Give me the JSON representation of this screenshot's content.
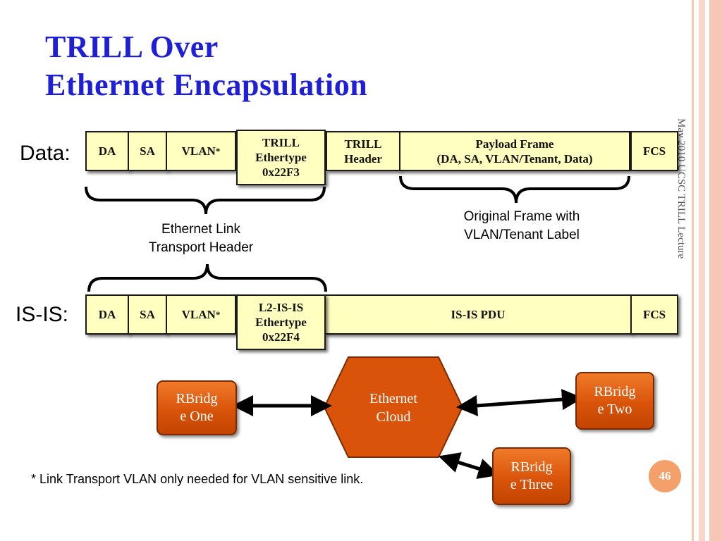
{
  "title": {
    "line1": "TRILL Over",
    "line2": "Ethernet Encapsulation"
  },
  "side_text": "May 2010        UCSC TRILL Lecture",
  "data_row": {
    "label": "Data:",
    "cells": {
      "da": "DA",
      "sa": "SA",
      "vlan": "VLAN",
      "ethertype_l1": "TRILL",
      "ethertype_l2": "Ethertype",
      "ethertype_l3": "0x22F3",
      "header_l1": "TRILL",
      "header_l2": "Header",
      "payload_l1": "Payload Frame",
      "payload_l2": "(DA, SA, VLAN/Tenant, Data)",
      "fcs": "FCS"
    }
  },
  "isis_row": {
    "label": "IS-IS:",
    "cells": {
      "da": "DA",
      "sa": "SA",
      "vlan": "VLAN",
      "ethertype_l1": "L2-IS-IS",
      "ethertype_l2": "Ethertype",
      "ethertype_l3": "0x22F4",
      "pdu": "IS-IS PDU",
      "fcs": "FCS"
    }
  },
  "vlan_asterisk": "*",
  "captions": {
    "link_header_l1": "Ethernet Link",
    "link_header_l2": "Transport Header",
    "original_l1": "Original Frame with",
    "original_l2": "VLAN/Tenant Label"
  },
  "nodes": {
    "one_l1": "RBridg",
    "one_l2": "e One",
    "cloud_l1": "Ethernet",
    "cloud_l2": "Cloud",
    "two_l1": "RBridg",
    "two_l2": "e Two",
    "three_l1": "RBridg",
    "three_l2": "e Three"
  },
  "footnote": "* Link Transport VLAN only needed for VLAN sensitive link.",
  "page_number": "46",
  "colors": {
    "title": "#1f1fd6",
    "cell_fill": "#ffffc0",
    "node_orange": "#d9540a",
    "stripe": "#f6c7b6"
  }
}
